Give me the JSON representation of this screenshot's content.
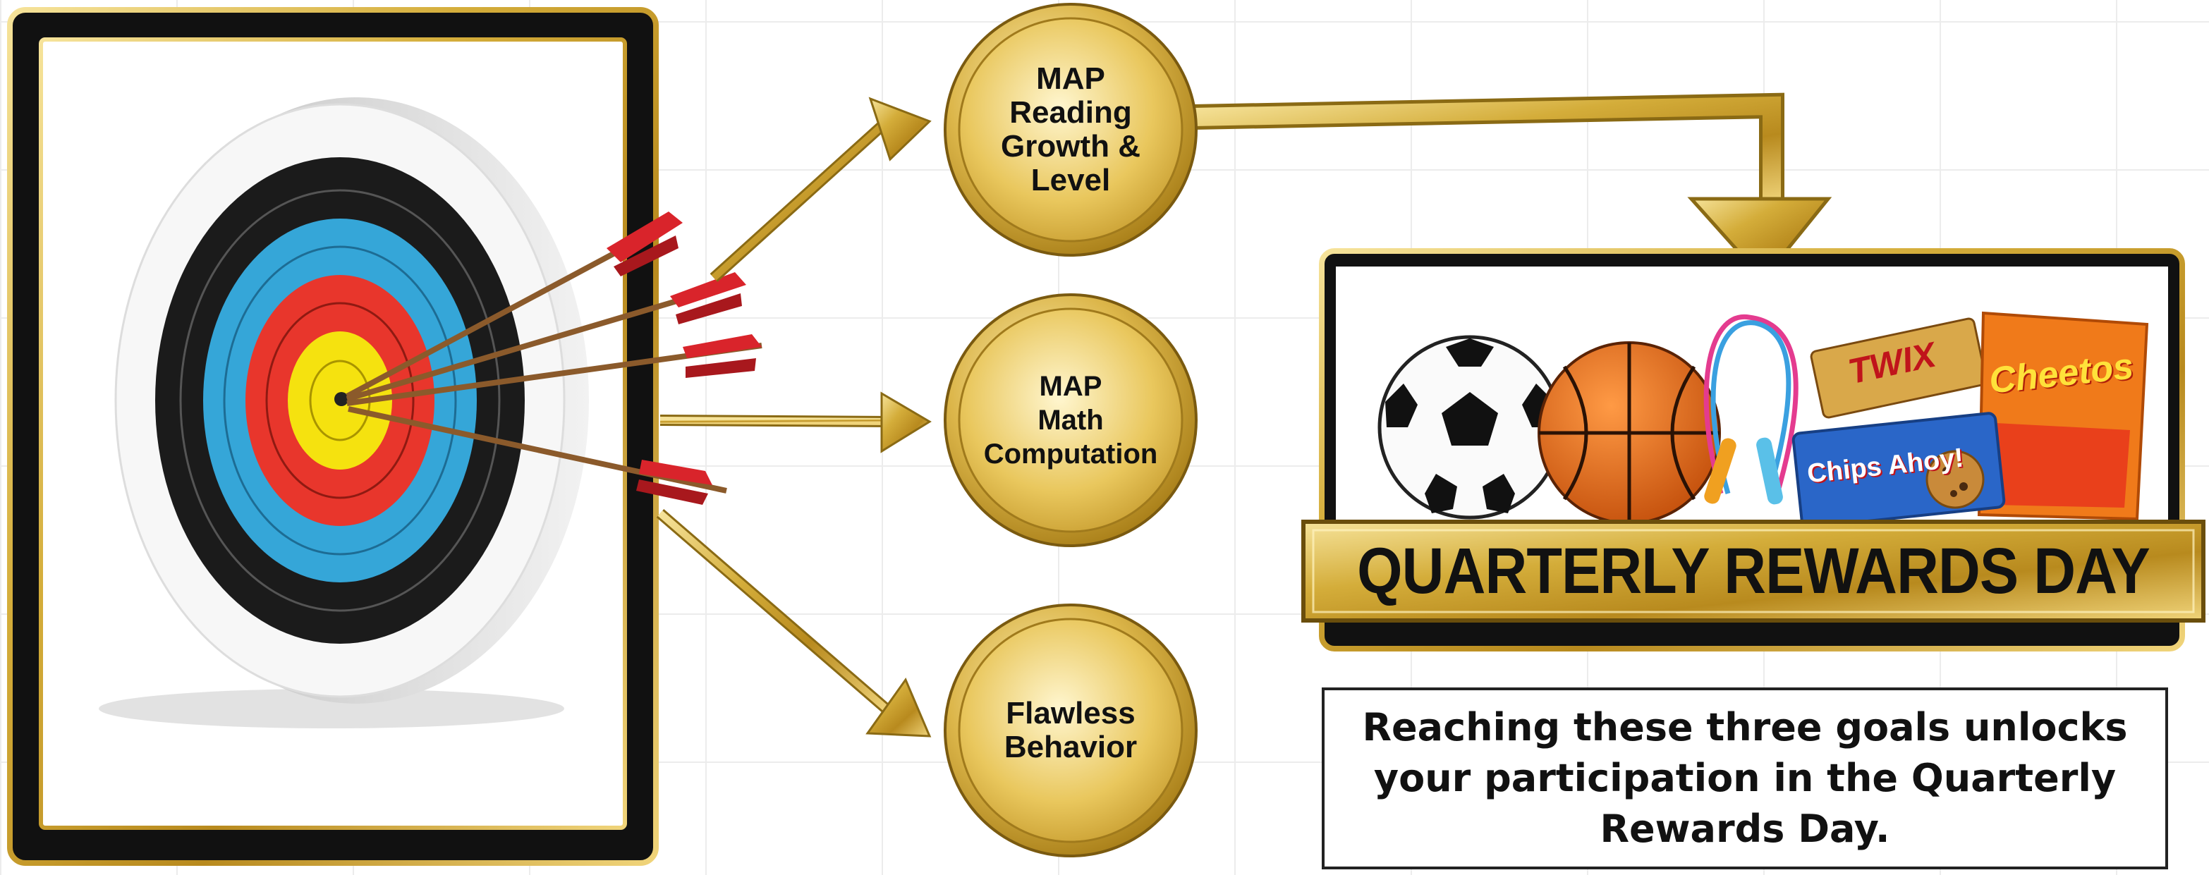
{
  "goals": [
    {
      "label": "MAP\nReading\nGrowth &\nLevel"
    },
    {
      "label": "MAP\nMath\nComputation"
    },
    {
      "label": "Flawless\nBehavior"
    }
  ],
  "rewards": {
    "banner_title": "QUARTERLY REWARDS DAY",
    "brands": {
      "twix": "TWIX",
      "cheetos": "Cheetos",
      "chips_ahoy": "Chips Ahoy!"
    }
  },
  "caption": "Reaching these three goals unlocks your participation in the Quarterly Rewards Day.",
  "colors": {
    "gold": "#c9a227",
    "gold_dark": "#8a6a14",
    "gold_light": "#f3dc8a",
    "frame_black": "#111111",
    "target_blue": "#35a6d8",
    "target_red": "#e8362c",
    "target_yellow": "#f5e20f",
    "arrow_red": "#d9242b"
  }
}
